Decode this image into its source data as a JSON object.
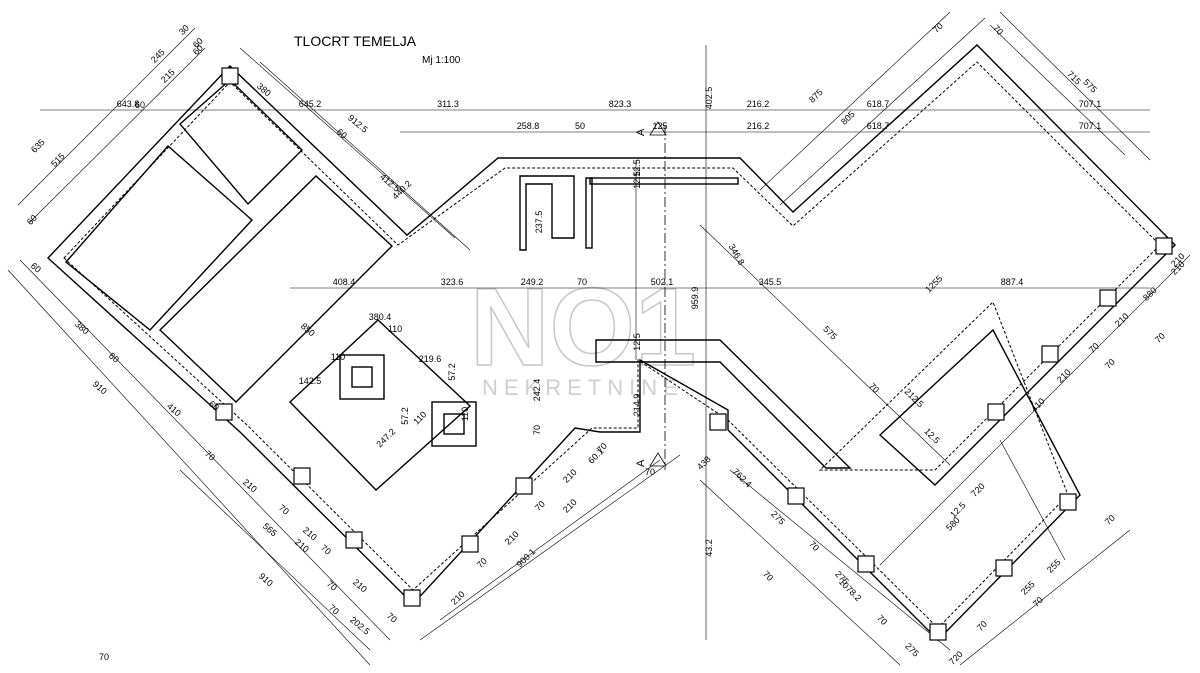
{
  "title": "TLOCRT TEMELJA",
  "scale": "Mj 1:100",
  "watermark": {
    "main": "NO1",
    "sub": "NEKRETNINE"
  },
  "section_marker": "A",
  "dimension_labels": [
    "30",
    "245",
    "60",
    "215",
    "60",
    "643.8",
    "380",
    "645.2",
    "912.5",
    "311.3",
    "823.3",
    "402.5",
    "216.2",
    "618.7",
    "707.1",
    "875",
    "805",
    "70",
    "575",
    "715",
    "70",
    "635",
    "515",
    "60",
    "60",
    "258.8",
    "50",
    "125",
    "216.2",
    "618.7",
    "707.1",
    "412.5",
    "440.2",
    "60",
    "237.5",
    "12.5",
    "12.5",
    "346.8",
    "575",
    "408.4",
    "323.6",
    "249.2",
    "70",
    "502.1",
    "959.9",
    "345.5",
    "1255",
    "887.4",
    "850",
    "380.4",
    "110",
    "219.6",
    "142.5",
    "110",
    "110",
    "57.2",
    "247.2",
    "110",
    "57.2",
    "242.4",
    "214.9",
    "12.5",
    "70",
    "60",
    "380",
    "60",
    "910",
    "410",
    "60",
    "70",
    "210",
    "70",
    "210",
    "70",
    "565",
    "210",
    "70",
    "910",
    "210",
    "70",
    "202.5",
    "70",
    "210",
    "70",
    "210",
    "70",
    "210",
    "70",
    "900.1",
    "60.1",
    "210",
    "70",
    "438",
    "43.2",
    "762.4",
    "275",
    "70",
    "275",
    "70",
    "1078.2",
    "70",
    "275",
    "70",
    "12.5",
    "212.5",
    "12.5",
    "580",
    "720",
    "410",
    "210",
    "70",
    "210",
    "70",
    "880",
    "210",
    "70",
    "210",
    "70",
    "255",
    "70",
    "255",
    "70",
    "720",
    "70"
  ]
}
